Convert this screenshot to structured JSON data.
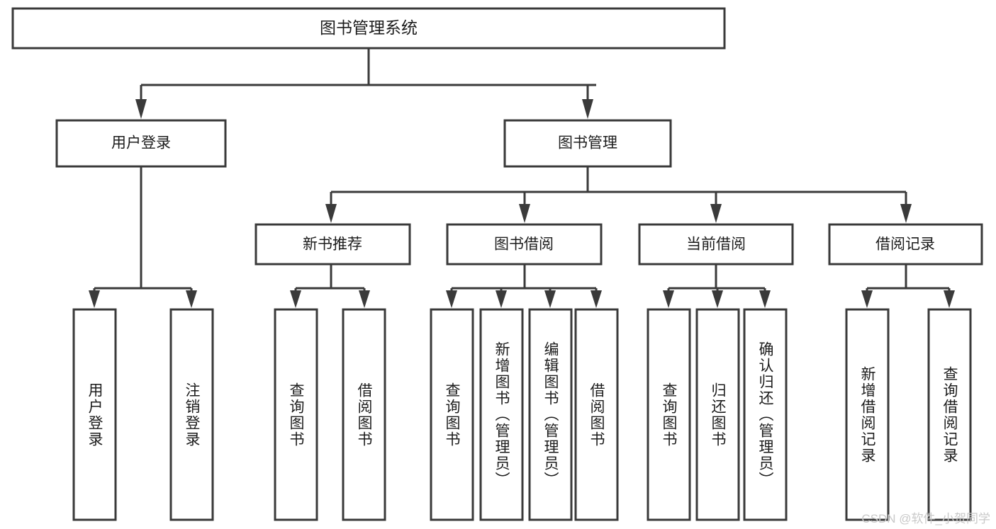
{
  "diagram": {
    "title": "图书管理系统",
    "level2": [
      {
        "label": "用户登录"
      },
      {
        "label": "图书管理"
      }
    ],
    "level3": [
      {
        "label": "新书推荐"
      },
      {
        "label": "图书借阅"
      },
      {
        "label": "当前借阅"
      },
      {
        "label": "借阅记录"
      }
    ],
    "leaves": [
      {
        "label": "用户登录"
      },
      {
        "label": "注销登录"
      },
      {
        "label": "查询图书"
      },
      {
        "label": "借阅图书"
      },
      {
        "label": "查询图书"
      },
      {
        "label": "新增图书（管理员）"
      },
      {
        "label": "编辑图书（管理员）"
      },
      {
        "label": "借阅图书"
      },
      {
        "label": "查询图书"
      },
      {
        "label": "归还图书"
      },
      {
        "label": "确认归还（管理员）"
      },
      {
        "label": "新增借阅记录"
      },
      {
        "label": "查询借阅记录"
      }
    ]
  },
  "watermark": {
    "text": "CSDN @软件_小贺同学"
  },
  "colors": {
    "box_stroke": "#3a3a3a",
    "text": "#1c1c1c",
    "background": "#ffffff",
    "watermark": "#c9c9c9"
  }
}
